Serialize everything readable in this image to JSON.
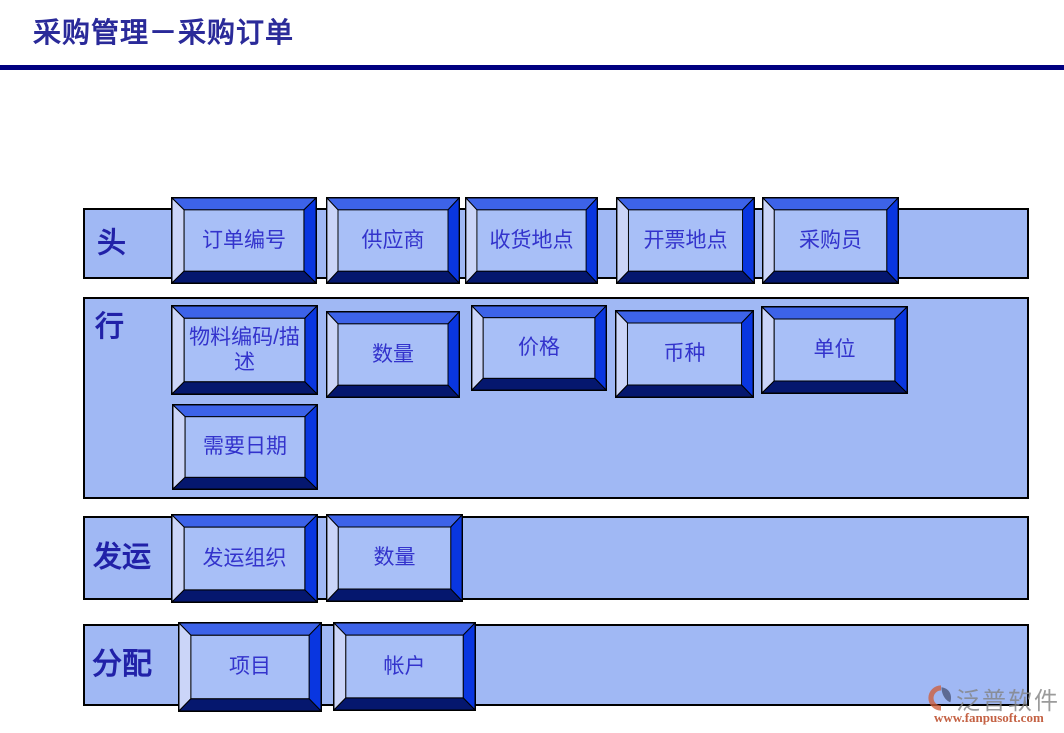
{
  "slide": {
    "title": "采购管理－采购订单",
    "bands": [
      {
        "label": "头",
        "buttons": [
          "订单编号",
          "供应商",
          "收货地点",
          "开票地点",
          "采购员"
        ]
      },
      {
        "label": "行",
        "buttons": [
          "物料编码/描述",
          "数量",
          "价格",
          "币种",
          "单位",
          "需要日期"
        ]
      },
      {
        "label": "发运",
        "buttons": [
          "发运组织",
          "数量"
        ]
      },
      {
        "label": "分配",
        "buttons": [
          "项目",
          "帐户"
        ]
      }
    ],
    "watermark": {
      "brand": "泛普软件",
      "url": "www.fanpusoft.com"
    },
    "colors": {
      "title_text": "#2A2A99",
      "divider": "#000080",
      "band_background": "#A0B8F4",
      "band_border": "#000000",
      "band_label_text": "#2121A8",
      "button_face": "#A8BFF7",
      "button_bevel_top": "#3D63E8",
      "button_bevel_left": "#CBD5F8",
      "button_bevel_right": "#0936E0",
      "button_bevel_bottom": "#05176E",
      "button_text": "#3333CC",
      "watermark_brand_text": "#848484",
      "watermark_url_text": "#C05535",
      "logo_orange": "#CE5F3C",
      "logo_dark": "#4A5578"
    }
  }
}
